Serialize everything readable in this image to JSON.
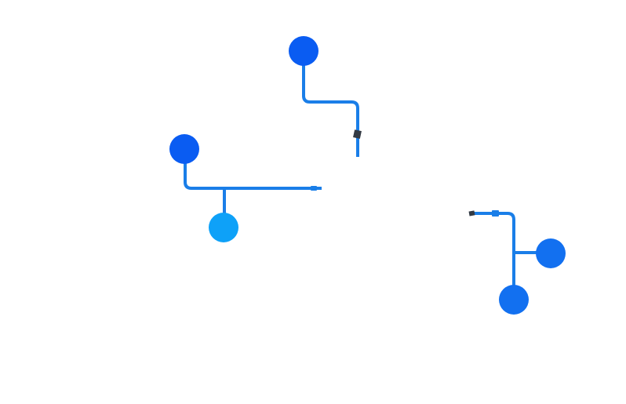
{
  "colors": {
    "background": "#ffffff",
    "pipe": "#1a7ee8",
    "node_dark": "#0a5cf2",
    "node_mid": "#1270f0",
    "node_light": "#0ea1f8",
    "joint": "#333a44"
  },
  "diagram": {
    "text": [],
    "clusters": [
      {
        "id": "cluster-top",
        "nodes": [
          {
            "id": "top-node",
            "shade": "node_dark"
          }
        ],
        "pipes": [
          "top-pipe"
        ],
        "joints": [
          "top-joint"
        ]
      },
      {
        "id": "cluster-left",
        "nodes": [
          {
            "id": "left-upper-node",
            "shade": "node_dark"
          },
          {
            "id": "left-lower-node",
            "shade": "node_light"
          }
        ],
        "pipes": [
          "left-main-pipe",
          "left-branch-pipe"
        ],
        "joints": [
          "left-end-cap"
        ]
      },
      {
        "id": "cluster-right",
        "nodes": [
          {
            "id": "right-side-node",
            "shade": "node_mid"
          },
          {
            "id": "right-bottom-node",
            "shade": "node_mid"
          }
        ],
        "pipes": [
          "right-main-pipe",
          "right-branch-pipe"
        ],
        "joints": [
          "right-end-cap",
          "right-connector"
        ]
      }
    ]
  }
}
